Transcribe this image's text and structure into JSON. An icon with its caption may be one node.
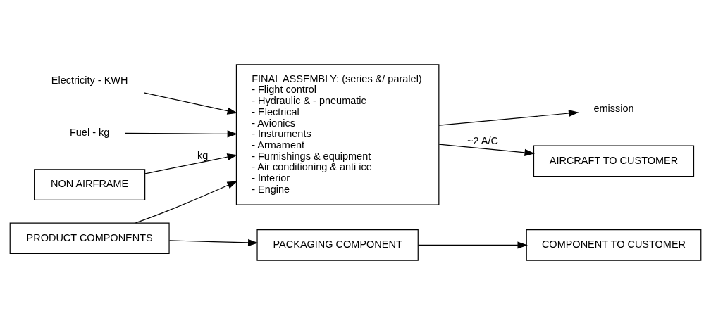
{
  "diagram": {
    "nodes": [
      {
        "text": [
          "emission"
        ]
      },
      {
        "text": [
          "Electricity - KWH"
        ]
      },
      {
        "text": [
          "Fuel - kg"
        ]
      },
      {
        "text": [
          "NON AIRFRAME"
        ]
      },
      {
        "text": [
          "FINAL ASSEMBLY: (series &/ paralel)",
          "- Flight control",
          "- Hydraulic & - pneumatic",
          "- Electrical",
          "- Avionics",
          "- Instruments",
          "- Armament",
          "- Furnishings & equipment",
          "- Air conditioning & anti ice",
          "- Interior",
          "- Engine"
        ]
      },
      {
        "text": [
          "PRODUCT COMPONENTS"
        ]
      },
      {
        "text": [
          "AIRCRAFT TO CUSTOMER"
        ]
      },
      {
        "text": [
          "PACKAGING COMPONENT"
        ]
      },
      {
        "text": [
          "COMPONENT TO CUSTOMER"
        ]
      }
    ],
    "edges": [
      {
        "from": 4,
        "to": 0,
        "arrow": "to"
      },
      {
        "from": 1,
        "to": 4,
        "arrow": "to"
      },
      {
        "from": 2,
        "to": 4,
        "arrow": "to"
      },
      {
        "from": 3,
        "to": 4,
        "arrow": "to",
        "label": "kg"
      },
      {
        "from": 5,
        "to": 4,
        "arrow": "to"
      },
      {
        "from": 4,
        "to": 6,
        "arrow": "to",
        "label": "~2 A/C"
      },
      {
        "from": 5,
        "to": 7,
        "arrow": "to"
      },
      {
        "from": 7,
        "to": 8,
        "arrow": "to"
      }
    ]
  }
}
